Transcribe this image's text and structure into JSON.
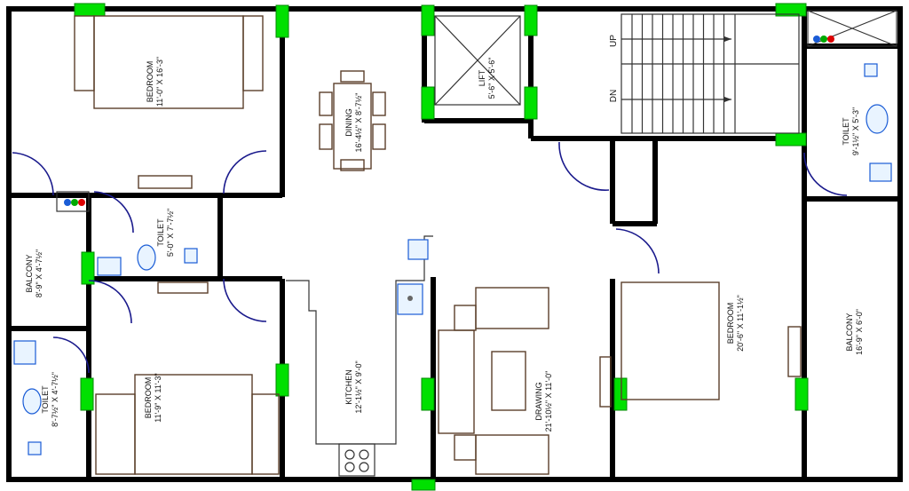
{
  "rooms": {
    "bedroom_top_left": {
      "name": "BEDROOM",
      "size": "11'-0\" X 16'-3\""
    },
    "dining": {
      "name": "DINING",
      "size": "16'-4½\" X 8'-7½\""
    },
    "lift": {
      "name": "LIFT",
      "size": "5'-6\" X 5'-6\""
    },
    "toilet_right_top": {
      "name": "TOILET",
      "size": "9'-1½\" X 5'-3\""
    },
    "balcony_left": {
      "name": "BALCONY",
      "size": "8'-9\" X 4'-7½\""
    },
    "toilet_mid": {
      "name": "TOILET",
      "size": "5'-0\" X 7'-7½\""
    },
    "bedroom_right": {
      "name": "BEDROOM",
      "size": "20'-6\" X 11'-1½\""
    },
    "balcony_right": {
      "name": "BALCONY",
      "size": "16'-9\" X 6'-0\""
    },
    "kitchen": {
      "name": "KITCHEN",
      "size": "12'-1½\" X 9'-0\""
    },
    "drawing": {
      "name": "DRAWING",
      "size": "21'-10½\" X 11'-0\""
    },
    "bedroom_bottom_left": {
      "name": "BEDROOM",
      "size": "11'-9\" X 11'-3\""
    },
    "toilet_bottom_left": {
      "name": "TOILET",
      "size": "8'-7½\" X 4'-7½\""
    }
  },
  "stairs": {
    "up_label": "UP",
    "down_label": "DN"
  },
  "colors": {
    "window": "#00e000",
    "door": "#1a1a8c",
    "wall": "#000000",
    "furniture": "#5a3f2a"
  }
}
